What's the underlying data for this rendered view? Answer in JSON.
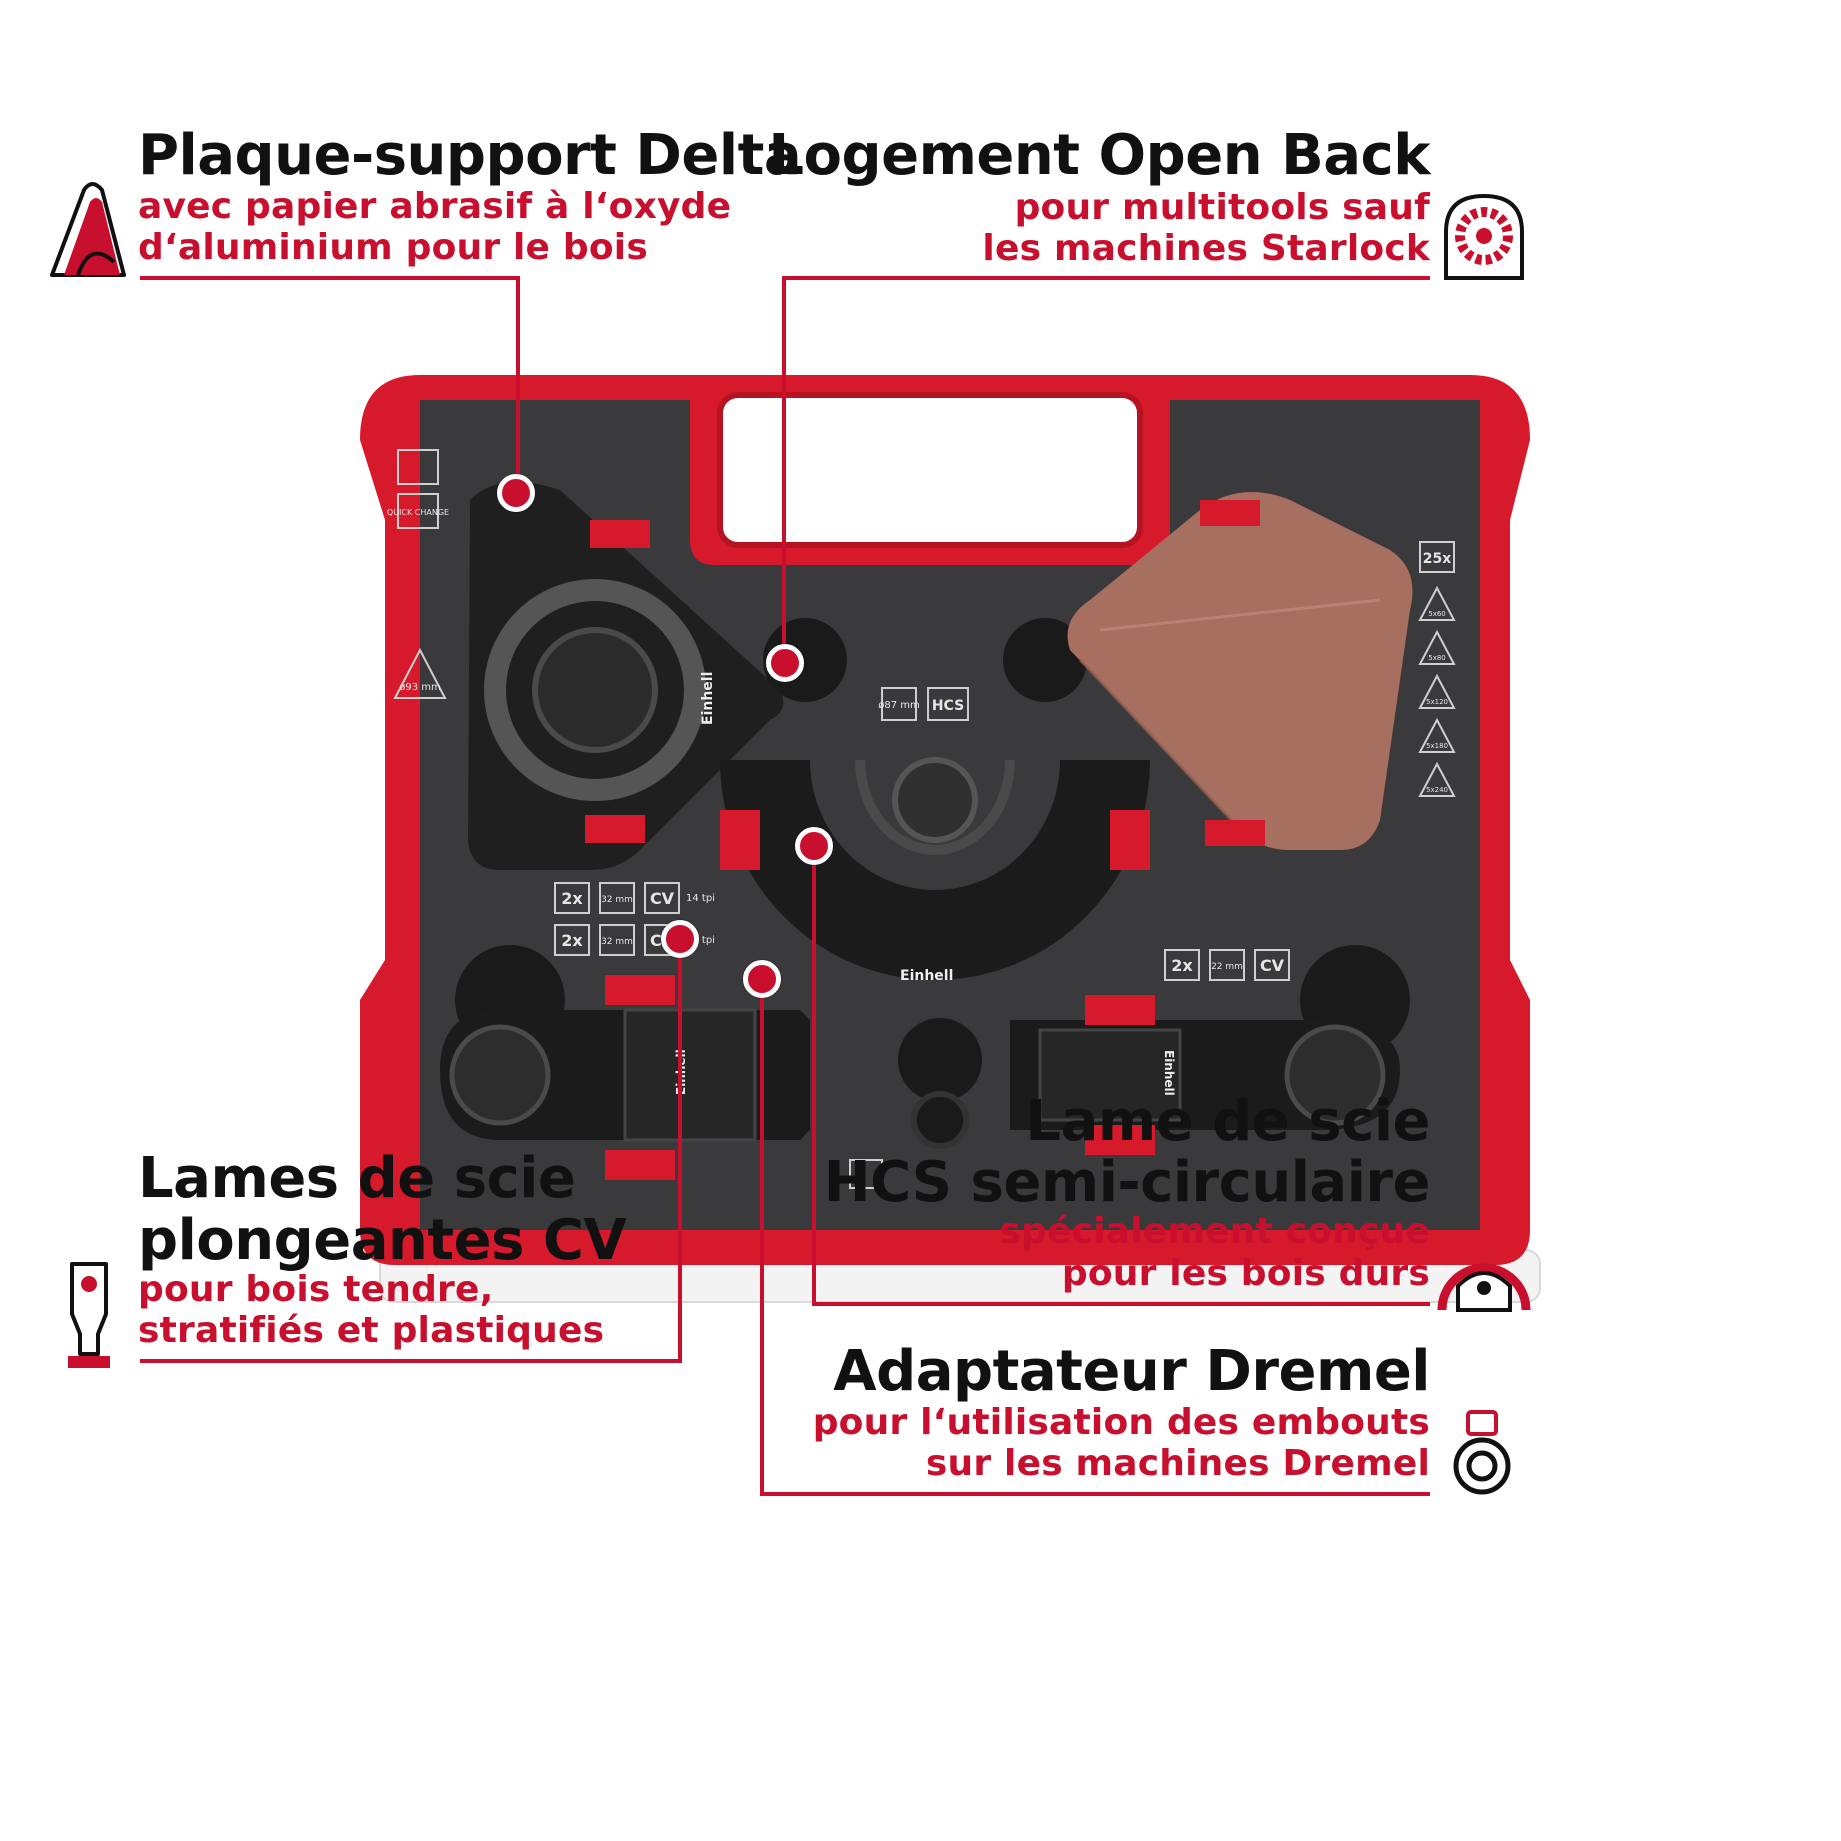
{
  "callouts": {
    "delta": {
      "title": "Plaque-support Delta",
      "sub1": "avec papier abrasif à l‘oxyde",
      "sub2": "d‘aluminium pour le bois"
    },
    "openback": {
      "title": "Logement Open Back",
      "sub1": "pour multitools sauf",
      "sub2": "les machines Starlock"
    },
    "cv": {
      "title1": "Lames de scie",
      "title2": "plongeantes CV",
      "sub1": "pour bois tendre,",
      "sub2": "stratifiés et plastiques"
    },
    "hcs": {
      "title1": "Lame de scie",
      "title2": "HCS semi-circulaire",
      "sub1": "spécialement conçue",
      "sub2": "pour les bois durs"
    },
    "dremel": {
      "title": "Adaptateur Dremel",
      "sub1": "pour l‘utilisation des embouts",
      "sub2": "sur les machines Dremel"
    }
  },
  "case_labels": {
    "quick_change": "QUICK CHANGE",
    "delta_size": "ø93 mm",
    "hcs_dia": "ø87 mm",
    "hcs": "HCS",
    "qty_25": "25x",
    "grits": [
      "5x60",
      "5x80",
      "5x120",
      "5x180",
      "5x240"
    ],
    "row1": {
      "qty": "2x",
      "size": "32 mm",
      "type": "CV",
      "tpi": "14 tpi"
    },
    "row2": {
      "qty": "2x",
      "size": "32 mm",
      "type": "CV",
      "tpi": "18 tpi"
    },
    "row3": {
      "qty": "2x",
      "size": "22 mm",
      "type": "CV"
    },
    "brand": "Einhell"
  },
  "colors": {
    "accent": "#c8102e",
    "case_red": "#d71a2b",
    "insert": "#3a3a3c",
    "text": "#111111"
  }
}
